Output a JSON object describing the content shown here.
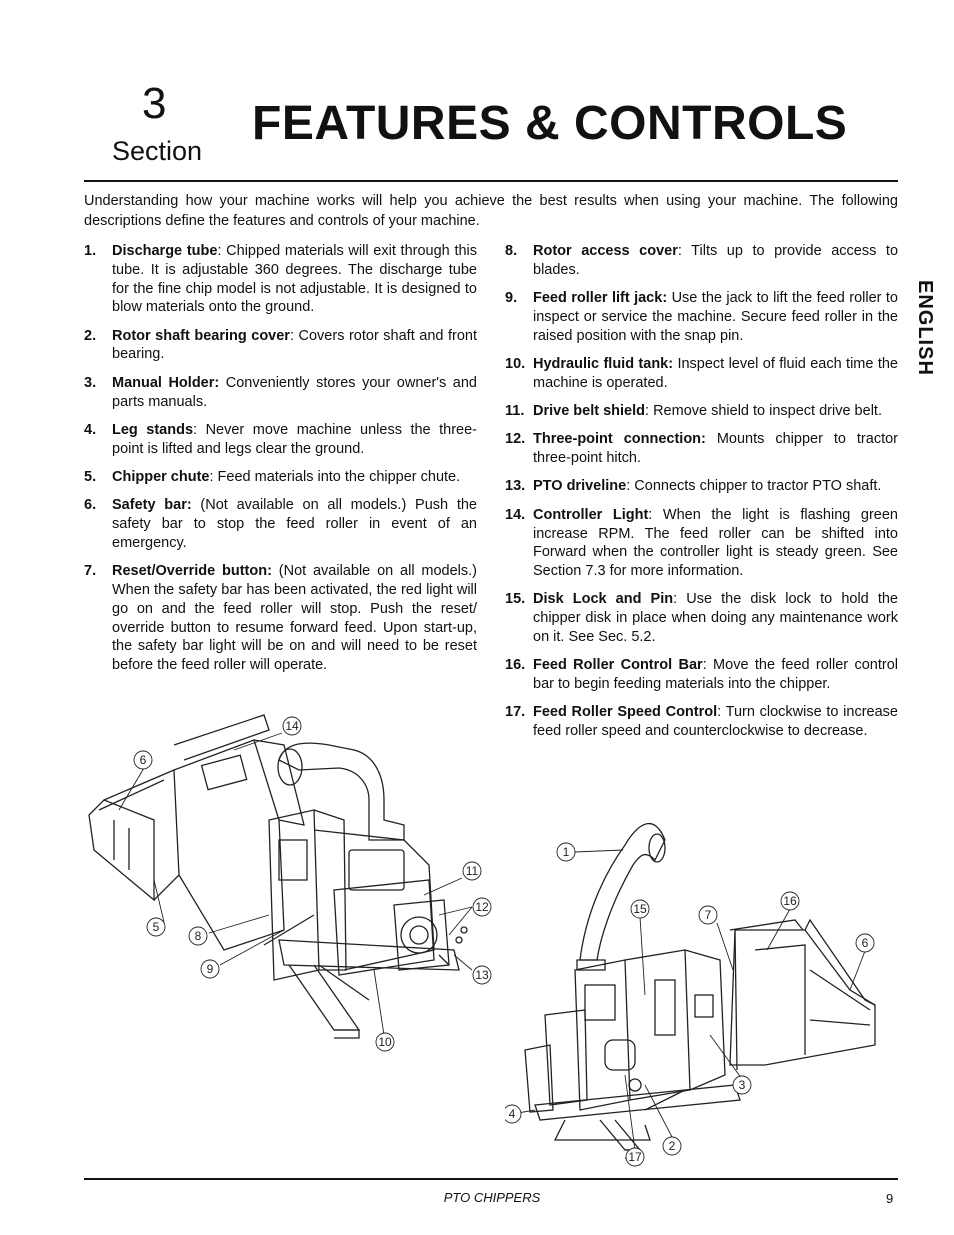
{
  "header": {
    "section_number": "3",
    "section_word": "Section",
    "title": "FEATURES & CONTROLS"
  },
  "intro": "Understanding how your machine works will help you achieve the best results when using your machine.  The following descriptions define the features and controls of your machine.",
  "side_tab": "ENGLISH",
  "items_left": [
    {
      "num": "1.",
      "term": "Discharge tube",
      "sep": ":",
      "text": " Chipped materials will exit through this tube. It is adjustable 360 degrees. The discharge tube for the fine chip model is not adjustable. It is designed to blow materials onto the ground."
    },
    {
      "num": "2.",
      "term": "Rotor shaft bearing cover",
      "sep": ":",
      "text": " Covers rotor shaft and front bearing."
    },
    {
      "num": "3.",
      "term": "Manual Holder:",
      "sep": "",
      "text": " Conveniently stores your owner's and parts manuals."
    },
    {
      "num": "4.",
      "term": "Leg stands",
      "sep": ":",
      "text": " Never move machine unless the three-point is lifted and legs clear the ground."
    },
    {
      "num": "5.",
      "term": "Chipper chute",
      "sep": ":",
      "text": " Feed materials into the chipper chute."
    },
    {
      "num": "6.",
      "term": "Safety bar:",
      "sep": "",
      "text": "  (Not available on all models.) Push the safety bar to stop the feed roller in event of an emergency."
    },
    {
      "num": "7.",
      "term": "Reset/Override button:",
      "sep": "",
      "text": " (Not available on all models.) When the safety bar has been activated, the red light will go on and the feed roller will stop. Push the reset/ override button to resume forward feed. Upon start-up, the safety bar light will be on and will need to be reset before the feed roller will operate."
    }
  ],
  "items_right": [
    {
      "num": "8.",
      "term": "Rotor access cover",
      "sep": ":",
      "text": " Tilts up to provide access to blades."
    },
    {
      "num": "9.",
      "term": "Feed roller lift jack:",
      "sep": "",
      "text": "  Use the jack to lift the feed roller to inspect or service the machine. Secure feed roller in the raised position with the snap pin."
    },
    {
      "num": "10.",
      "term": "Hydraulic fluid tank:",
      "sep": "",
      "text": "  Inspect level of fluid each time the machine is operated."
    },
    {
      "num": "11.",
      "term": "Drive belt shield",
      "sep": ":",
      "text": " Remove shield to inspect drive belt."
    },
    {
      "num": "12.",
      "term": "Three-point connection:",
      "sep": "",
      "text": "  Mounts chipper to tractor three-point hitch."
    },
    {
      "num": "13.",
      "term": "PTO driveline",
      "sep": ":",
      "text": " Connects chipper to tractor PTO shaft."
    },
    {
      "num": "14.",
      "term": "Controller Light",
      "sep": ":",
      "text": " When the light is flashing green increase RPM. The feed roller can be shifted into Forward when the controller light is steady green. See Section 7.3 for more information."
    },
    {
      "num": "15.",
      "term": "Disk Lock and Pin",
      "sep": ":",
      "text": " Use the disk lock to hold the chipper disk in place when doing any maintenance work on it. See Sec. 5.2."
    },
    {
      "num": "16.",
      "term": "Feed Roller Control Bar",
      "sep": ":",
      "text": " Move the feed roller control bar to begin feeding materials into the chipper."
    },
    {
      "num": "17.",
      "term": "Feed Roller Speed Control",
      "sep": ":",
      "text": " Turn clockwise to increase feed roller speed and counterclockwise to decrease."
    }
  ],
  "figure_left_callouts": [
    "14",
    "6",
    "11",
    "12",
    "5",
    "8",
    "9",
    "13",
    "10"
  ],
  "figure_right_callouts": [
    "1",
    "15",
    "7",
    "16",
    "6",
    "3",
    "4",
    "2",
    "17"
  ],
  "footer": {
    "center": "PTO CHIPPERS",
    "page": "9"
  }
}
